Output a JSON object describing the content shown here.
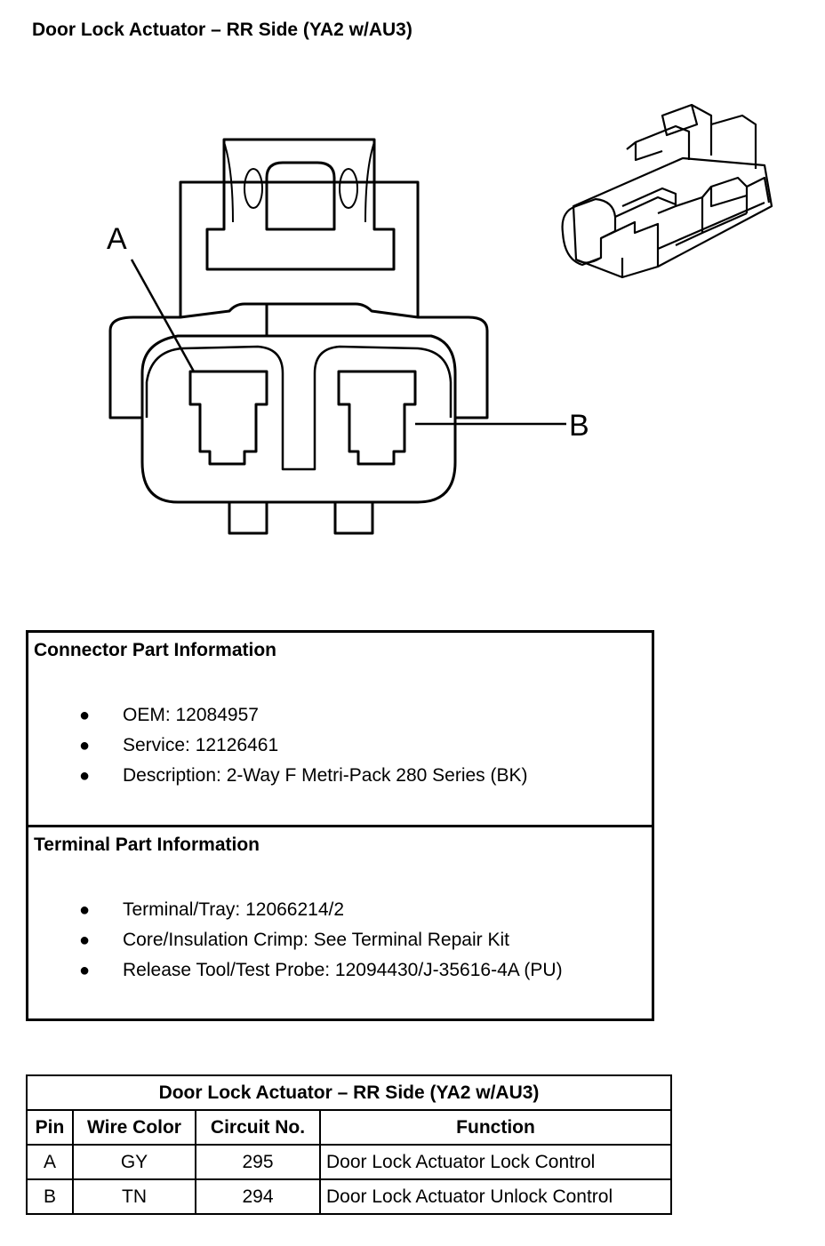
{
  "title": "Door Lock Actuator – RR Side (YA2 w/AU3)",
  "diagram": {
    "pin_labels": [
      "A",
      "B"
    ]
  },
  "connector_info": {
    "heading": "Connector Part Information",
    "items": [
      "OEM: 12084957",
      "Service: 12126461",
      "Description: 2-Way F Metri-Pack 280 Series (BK)"
    ]
  },
  "terminal_info": {
    "heading": "Terminal Part Information",
    "items": [
      "Terminal/Tray: 12066214/2",
      "Core/Insulation Crimp: See Terminal Repair Kit",
      "Release Tool/Test Probe: 12094430/J-35616-4A (PU)"
    ]
  },
  "pin_table": {
    "title": "Door Lock Actuator – RR Side (YA2 w/AU3)",
    "headers": [
      "Pin",
      "Wire Color",
      "Circuit No.",
      "Function"
    ],
    "rows": [
      [
        "A",
        "GY",
        "295",
        "Door Lock Actuator Lock Control"
      ],
      [
        "B",
        "TN",
        "294",
        "Door Lock Actuator Unlock Control"
      ]
    ]
  }
}
